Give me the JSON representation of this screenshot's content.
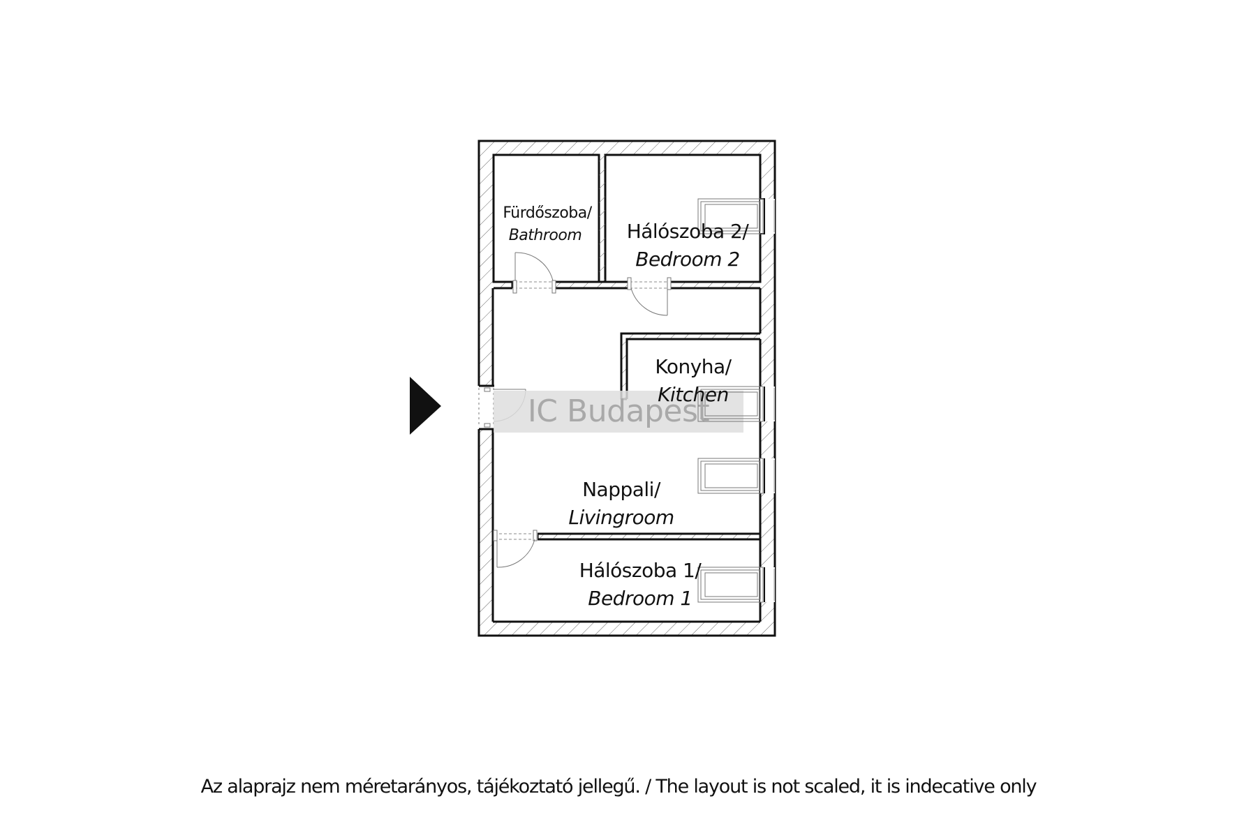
{
  "plan": {
    "rooms": [
      {
        "id": "bathroom",
        "name_hu": "Fürdőszoba/",
        "name_en": "Bathroom"
      },
      {
        "id": "bedroom-2",
        "name_hu": "Hálószoba 2/",
        "name_en": "Bedroom 2"
      },
      {
        "id": "kitchen",
        "name_hu": "Konyha/",
        "name_en": "Kitchen"
      },
      {
        "id": "livingroom",
        "name_hu": "Nappali/",
        "name_en": "Livingroom"
      },
      {
        "id": "bedroom-1",
        "name_hu": "Hálószoba 1/",
        "name_en": "Bedroom 1"
      }
    ],
    "entrance_marker": "entrance-arrow",
    "watermark": "IC Budapest"
  },
  "colors": {
    "wall": "#111111",
    "hatch": "#555555",
    "watermark_bg": "#e0e0e0",
    "watermark_text": "#a9a9a9",
    "fixture": "#777777"
  },
  "footer": {
    "disclaimer": "Az alaprajz nem méretarányos, tájékoztató jellegű. / The layout is not scaled, it is indecative only"
  }
}
